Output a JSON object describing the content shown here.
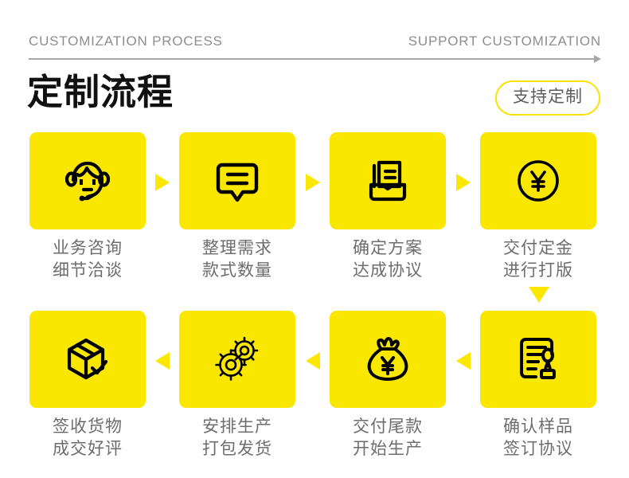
{
  "header": {
    "eyebrow_left": "CUSTOMIZATION PROCESS",
    "eyebrow_right": "SUPPORT CUSTOMIZATION",
    "title": "定制流程",
    "badge": "支持定制"
  },
  "colors": {
    "tile_yellow": "#F9E700",
    "arrow_yellow": "#FBE700",
    "badge_border": "#F7E200",
    "caption_gray": "#6D6D6D",
    "eyebrow_gray": "#8D8D8D",
    "rule_gray": "#A8A8A8",
    "title_black": "#111111",
    "background": "#FFFFFF"
  },
  "steps": {
    "top": [
      {
        "icon": "headset-operator-icon",
        "line1": "业务咨询",
        "line2": "细节洽谈"
      },
      {
        "icon": "speech-bubble-lines-icon",
        "line1": "整理需求",
        "line2": "款式数量"
      },
      {
        "icon": "document-tray-icon",
        "line1": "确定方案",
        "line2": "达成协议"
      },
      {
        "icon": "yen-coin-circle-icon",
        "line1": "交付定金",
        "line2": "进行打版"
      }
    ],
    "bottom": [
      {
        "icon": "package-check-icon",
        "line1": "签收货物",
        "line2": "成交好评"
      },
      {
        "icon": "gears-icon",
        "line1": "安排生产",
        "line2": "打包发货"
      },
      {
        "icon": "money-bag-yen-icon",
        "line1": "交付尾款",
        "line2": "开始生产"
      },
      {
        "icon": "contract-stamp-icon",
        "line1": "确认样品",
        "line2": "签订协议"
      }
    ]
  },
  "connectors": {
    "top_arrows": [
      "arrow-right-icon",
      "arrow-right-icon",
      "arrow-right-icon"
    ],
    "row_link": "arrow-down-icon",
    "bottom_arrows": [
      "arrow-left-icon",
      "arrow-left-icon",
      "arrow-left-icon"
    ]
  }
}
